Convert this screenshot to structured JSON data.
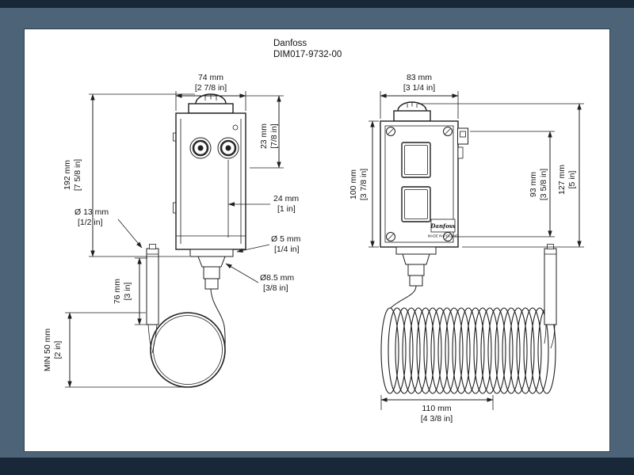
{
  "header": {
    "brand": "Danfoss",
    "doc_id": "DIM017-9732-00"
  },
  "front_view": {
    "width": {
      "mm": "74 mm",
      "in": "[2 7/8 in]"
    },
    "cap_height": {
      "mm": "23 mm",
      "in": "[7/8 in]"
    },
    "knob_offset": {
      "mm": "24 mm",
      "in": "[1 in]"
    },
    "total_height": {
      "mm": "192 mm",
      "in": "[7 5/8 in]"
    },
    "bulb_diameter": {
      "mm": "Ø 13 mm",
      "in": "[1/2 in]"
    },
    "bulb_length": {
      "mm": "76 mm",
      "in": "[3 in]"
    },
    "min_bend_radius": {
      "mm": "MIN 50 mm",
      "in": "[2 in]"
    },
    "hole_small": {
      "mm": "Ø 5 mm",
      "in": "[1/4 in]"
    },
    "hole_large": {
      "mm": "Ø8.5 mm",
      "in": "[3/8 in]"
    }
  },
  "side_view": {
    "width": {
      "mm": "83 mm",
      "in": "[3 1/4 in]"
    },
    "body_height": {
      "mm": "100 mm",
      "in": "[3 7/8 in]"
    },
    "hole_spacing": {
      "mm": "93 mm",
      "in": "[3 5/8 in]"
    },
    "total_height": {
      "mm": "127 mm",
      "in": "[5 in]"
    },
    "coil_width": {
      "mm": "110 mm",
      "in": "[4 3/8 in]"
    }
  },
  "device": {
    "logo": "Danfoss",
    "made_in": "MADE IN POLAND"
  },
  "colors": {
    "background": "#4d6478",
    "bar": "#182838",
    "canvas": "#ffffff",
    "line": "#1f1f1f"
  }
}
